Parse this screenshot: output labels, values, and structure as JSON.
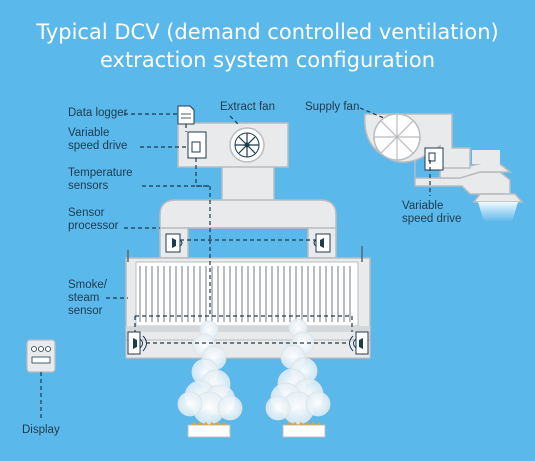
{
  "title": {
    "line1": "Typical DCV (demand controlled ventilation)",
    "line2": "extraction system configuration"
  },
  "labels": {
    "data_logger": "Data logger",
    "variable_speed_drive_1": "Variable",
    "variable_speed_drive_2": "speed drive",
    "extract_fan": "Extract fan",
    "supply_fan": "Supply fan",
    "temperature_sensors_1": "Temperature",
    "temperature_sensors_2": "sensors",
    "sensor_processor_1": "Sensor",
    "sensor_processor_2": "processor",
    "smoke_steam_sensor_1": "Smoke/",
    "smoke_steam_sensor_2": "steam",
    "smoke_steam_sensor_3": "sensor",
    "supply_vsd_1": "Variable",
    "supply_vsd_2": "speed drive",
    "display": "Display"
  },
  "colors": {
    "background": "#5bb8ea",
    "equipment_fill": "#e9eaeb",
    "equipment_stroke": "#b9bcbf",
    "dark": "#1d3b4f",
    "flame": "#f0a030",
    "steam": "#ffffff"
  }
}
